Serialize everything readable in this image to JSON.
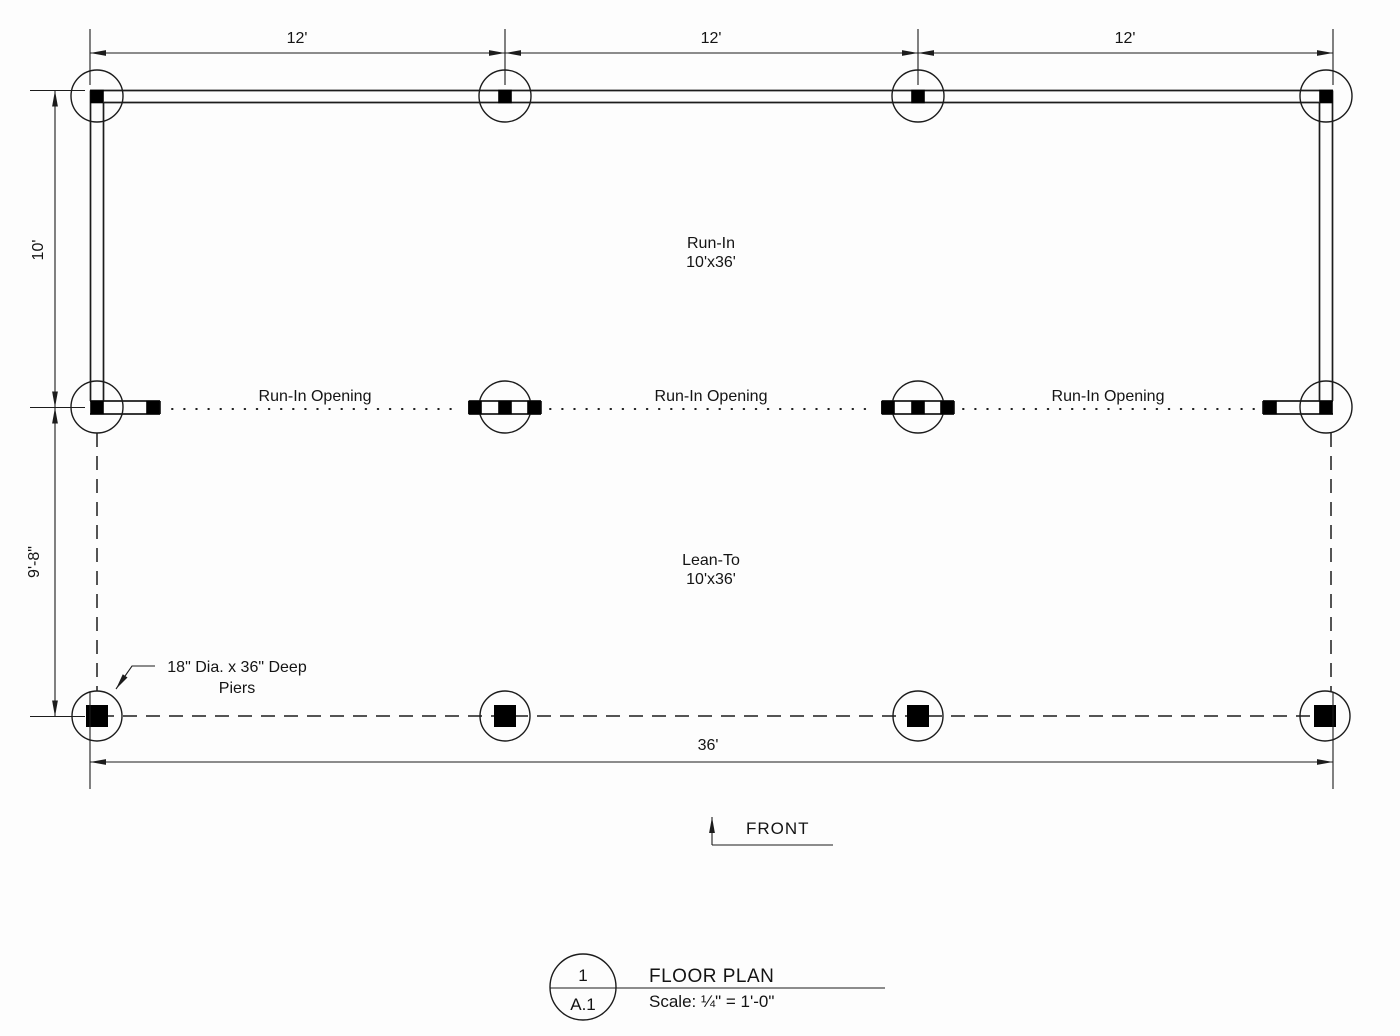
{
  "drawing": {
    "sheet": {
      "detail_number": "1",
      "sheet_ref": "A.1",
      "title": "FLOOR PLAN",
      "scale": "Scale: ¼\" = 1'-0\""
    },
    "orientation": {
      "front_label": "FRONT"
    },
    "rooms": {
      "run_in_name": "Run-In",
      "run_in_size": "10'x36'",
      "lean_to_name": "Lean-To",
      "lean_to_size": "10'x36'"
    },
    "openings": {
      "opening_1": "Run-In Opening",
      "opening_2": "Run-In Opening",
      "opening_3": "Run-In Opening"
    },
    "notes": {
      "pier_note_line1": "18\" Dia. x 36\" Deep",
      "pier_note_line2": "Piers"
    },
    "dimensions": {
      "top_bay_1": "12'",
      "top_bay_2": "12'",
      "top_bay_3": "12'",
      "left_upper": "10'",
      "left_lower": "9'-8\"",
      "bottom_overall": "36'"
    }
  }
}
